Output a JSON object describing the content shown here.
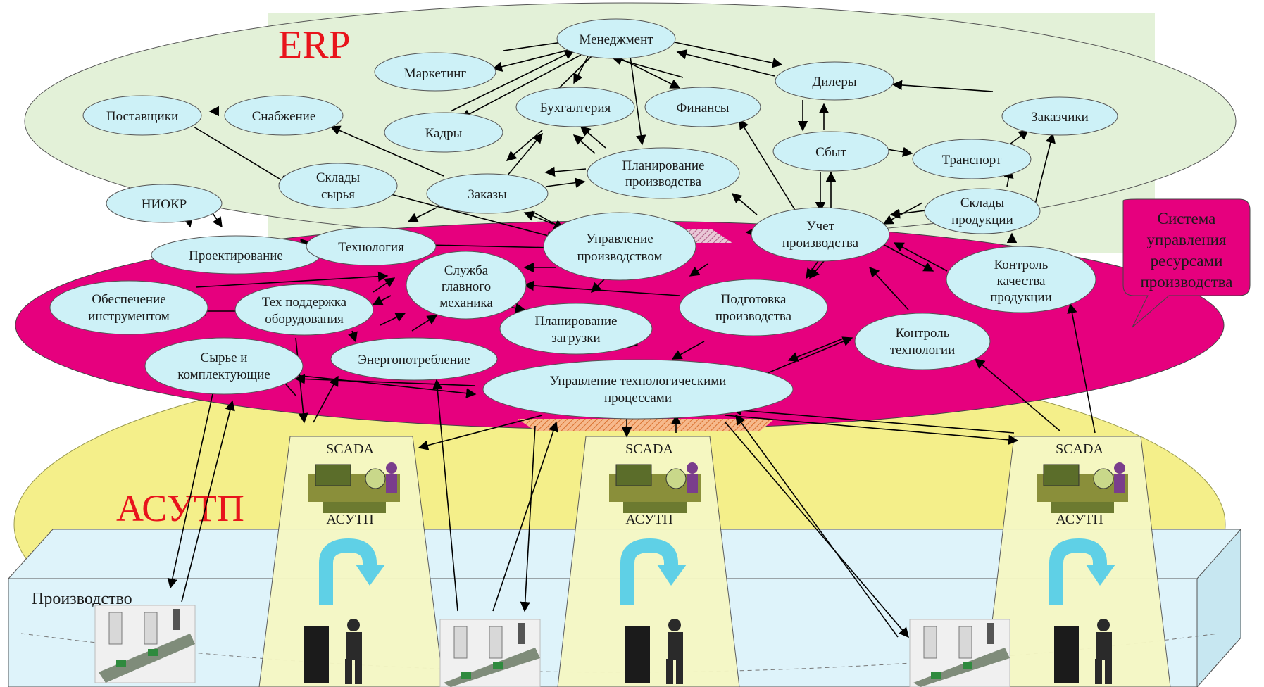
{
  "layers": {
    "erp": "ERP",
    "asutp": "АСУТП",
    "production": "Производство"
  },
  "callout": {
    "line1": "Система",
    "line2": "управления",
    "line3": "ресурсами",
    "line4": "производства"
  },
  "nodes": {
    "management": "Менеджмент",
    "marketing": "Маркетинг",
    "dealers": "Дилеры",
    "accounting": "Бухгалтерия",
    "finance": "Финансы",
    "customers": "Заказчики",
    "suppliers": "Поставщики",
    "supply": "Снабжение",
    "personnel": "Кадры",
    "sales": "Сбыт",
    "transport": "Транспорт",
    "planning_1": "Планирование",
    "planning_2": "производства",
    "raw_warehouse_1": "Склады",
    "raw_warehouse_2": "сырья",
    "orders": "Заказы",
    "niokr": "НИОКР",
    "product_warehouse_1": "Склады",
    "product_warehouse_2": "продукции",
    "accounting_prod_1": "Учет",
    "accounting_prod_2": "производства",
    "prod_management_1": "Управление",
    "prod_management_2": "производством",
    "design": "Проектирование",
    "technology": "Технология",
    "chief_mechanic_1": "Служба",
    "chief_mechanic_2": "главного",
    "chief_mechanic_3": "механика",
    "quality_1": "Контроль",
    "quality_2": "качества",
    "quality_3": "продукции",
    "tooling_1": "Обеспечение",
    "tooling_2": "инструментом",
    "maintenance_1": "Тех поддержка",
    "maintenance_2": "оборудования",
    "prod_prep_1": "Подготовка",
    "prod_prep_2": "производства",
    "load_planning_1": "Планирование",
    "load_planning_2": "загрузки",
    "tech_control_1": "Контроль",
    "tech_control_2": "технологии",
    "raw_materials_1": "Сырье и",
    "raw_materials_2": "комплектующие",
    "energy": "Энергопотребление",
    "process_control_1": "Управление технологическими",
    "process_control_2": "процессами"
  },
  "stations": [
    {
      "top": "SCADA",
      "bottom": "АСУТП"
    },
    {
      "top": "SCADA",
      "bottom": "АСУТП"
    },
    {
      "top": "SCADA",
      "bottom": "АСУТП"
    }
  ],
  "colors": {
    "erp_layer": "#e3f1d8",
    "mrp_layer": "#e6007e",
    "asutp_layer": "#f4ef8a",
    "production_layer": "#def3fa",
    "node_fill": "#cdf1f7",
    "title_red": "#e8141c",
    "station_fill": "#f6f8c4"
  }
}
